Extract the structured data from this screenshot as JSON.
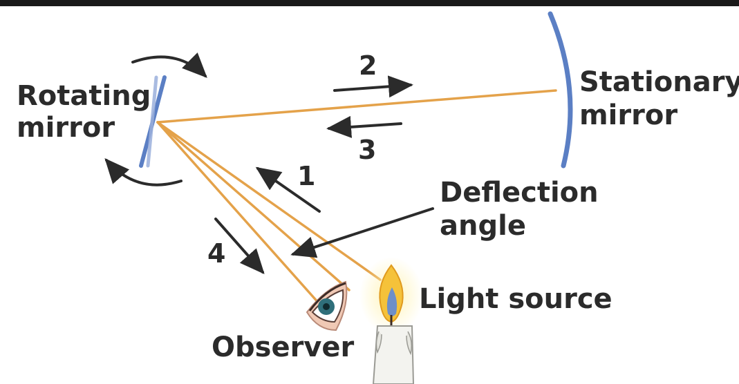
{
  "labels": {
    "rotating_mirror_line1": "Rotating",
    "rotating_mirror_line2": "mirror",
    "stationary_mirror_line1": "Stationary",
    "stationary_mirror_line2": "mirror",
    "deflection_angle_line1": "Deflection",
    "deflection_angle_line2": "angle",
    "light_source": "Light source",
    "observer": "Observer"
  },
  "path_numbers": [
    "1",
    "2",
    "3",
    "4"
  ],
  "colors": {
    "top_bar": "#1a1a1a",
    "light_beam": "#e4a24a",
    "mirror": "#5b7fc4",
    "arrow": "#2b2b2b",
    "text": "#2b2b2b",
    "flame_outer": "#f5c23a",
    "flame_inner": "#6e8fc8",
    "candle": "#f3f3ef",
    "eye_skin": "#f0c9b5",
    "eye_iris": "#2f6f7a"
  },
  "icons": [
    "candle-icon",
    "eye-icon",
    "rotation-arrow-icon"
  ]
}
